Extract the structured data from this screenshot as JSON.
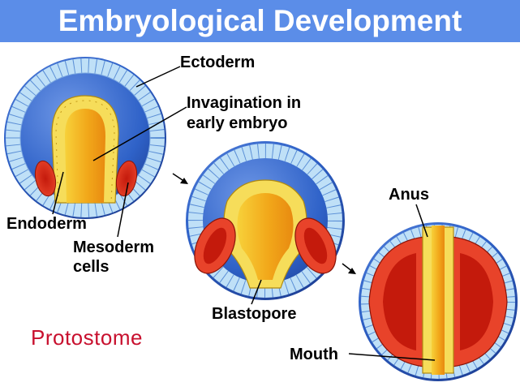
{
  "title": "Embryological Development",
  "labels": {
    "ectoderm": "Ectoderm",
    "invagination_line1": "Invagination in",
    "invagination_line2": "early embryo",
    "endoderm": "Endoderm",
    "mesoderm_line1": "Mesoderm",
    "mesoderm_line2": "cells",
    "blastopore": "Blastopore",
    "anus": "Anus",
    "mouth": "Mouth"
  },
  "caption": "Protostome",
  "colors": {
    "title_bar": "#5b8de8",
    "title_text": "#ffffff",
    "caption": "#c8102e",
    "outer_sphere": "#2f62c8",
    "ectoderm_cells": "#bfe0f7",
    "endoderm_cells": "#f6dd5a",
    "mesoderm_cells": "#e8432a",
    "archenteron": "#f2a81a"
  }
}
